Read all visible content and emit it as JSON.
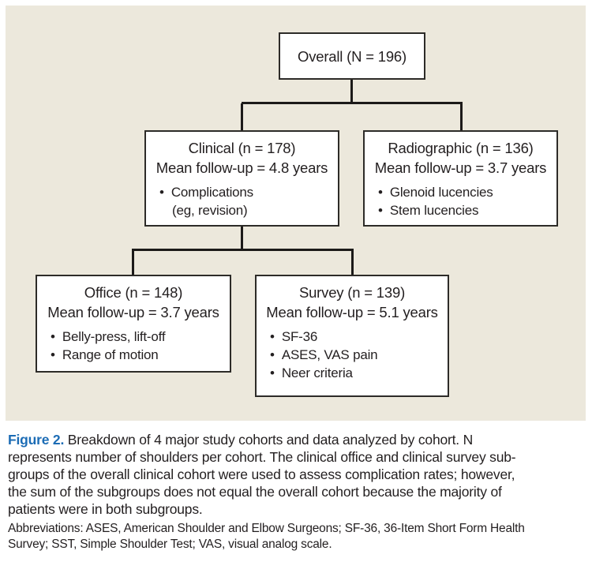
{
  "figure": {
    "nodes": {
      "overall": {
        "title": "Overall (N = 196)"
      },
      "clinical": {
        "title": "Clinical (n = 178)",
        "followup": "Mean follow-up = 4.8 years",
        "bullets": [
          "Complications\n(eg, revision)"
        ]
      },
      "radiographic": {
        "title": "Radiographic (n = 136)",
        "followup": "Mean follow-up = 3.7 years",
        "bullets": [
          "Glenoid lucencies",
          "Stem lucencies"
        ]
      },
      "office": {
        "title": "Office (n = 148)",
        "followup": "Mean follow-up = 3.7 years",
        "bullets": [
          "Belly-press, lift-off",
          "Range of motion"
        ]
      },
      "survey": {
        "title": "Survey (n = 139)",
        "followup": "Mean follow-up = 5.1 years",
        "bullets": [
          "SF-36",
          "ASES, VAS pain",
          "Neer criteria"
        ]
      }
    }
  },
  "caption": {
    "lead": "Figure 2.",
    "body": " Breakdown of 4 major study cohorts and data analyzed by cohort. N\nrepresents number of shoulders per cohort. The clinical office and clinical survey sub-\ngroups of the overall clinical cohort were used to assess complication rates; however,\nthe sum of the subgroups does not equal the overall cohort because the majority of\npatients were in both subgroups.",
    "abbreviations": "Abbreviations: ASES, American Shoulder and Elbow Surgeons; SF-36, 36-Item Short Form Health\nSurvey; SST, Simple Shoulder Test; VAS, visual analog scale."
  },
  "colors": {
    "panel_bg": "#ece8dc",
    "box_fill": "#ffffff",
    "box_border": "#2d2b28",
    "connector": "#1c1a19",
    "text": "#231f20",
    "caption_lead": "#1c6cb5"
  }
}
